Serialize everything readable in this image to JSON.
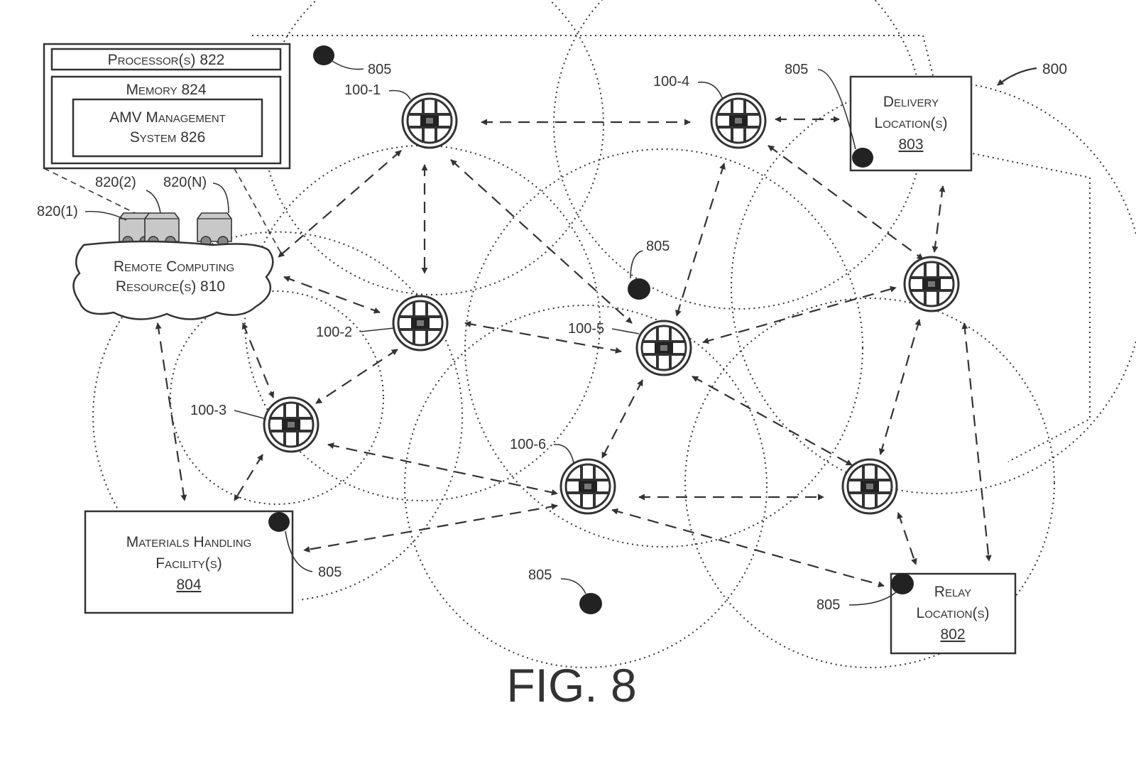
{
  "figure": {
    "caption": "FIG. 8",
    "ref": "800"
  },
  "server": {
    "processor": "Processor(s) 822",
    "memory": "Memory 824",
    "amv_line1": "AMV Management",
    "amv_line2": "System 826",
    "nodes": [
      "820(1)",
      "820(2)",
      "820(N)"
    ]
  },
  "cloud": {
    "line1": "Remote Computing",
    "line2": "Resource(s) 810"
  },
  "delivery": {
    "line1": "Delivery",
    "line2": "Location(s)",
    "ref": "803"
  },
  "materials": {
    "line1": "Materials Handling",
    "line2": "Facility(s)",
    "ref": "804"
  },
  "relay": {
    "line1": "Relay",
    "line2": "Location(s)",
    "ref": "802"
  },
  "vehicles": [
    "100-1",
    "100-2",
    "100-3",
    "100-4",
    "100-5",
    "100-6"
  ],
  "marker_label": "805"
}
